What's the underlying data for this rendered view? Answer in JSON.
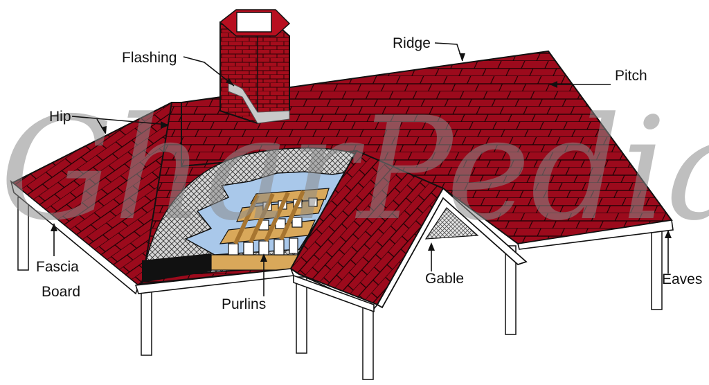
{
  "watermark": "GharPedia",
  "labels": {
    "flashing": "Flashing",
    "ridge": "Ridge",
    "pitch": "Pitch",
    "hip": "Hip",
    "fascia_line1": "Fascia",
    "fascia_line2": "Board",
    "purlins": "Purlins",
    "gable": "Gable",
    "eaves": "Eaves"
  },
  "colors": {
    "shingle": "#9c0a1c",
    "shingle_dark": "#7a0614",
    "shingle_line": "#1a0204",
    "trim": "#ffffff",
    "membrane": "#a9c8ea",
    "purlin_wood": "#d9a85a",
    "underlayment": "#111111"
  }
}
